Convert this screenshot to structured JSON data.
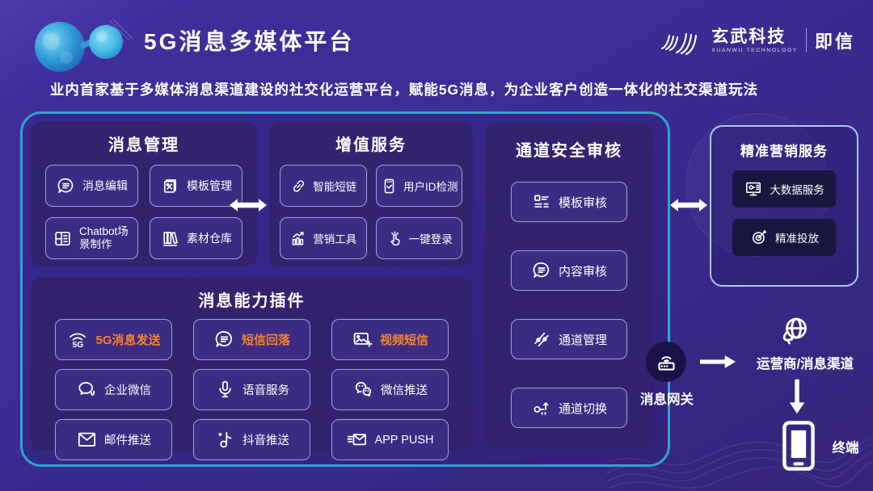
{
  "header": {
    "title": "5G消息多媒体平台",
    "subtitle": "业内首家基于多媒体消息渠道建设的社交化运营平台，赋能5G消息，为企业客户创造一体化的社交渠道玩法",
    "brand": {
      "company": "玄武科技",
      "company_en": "XUANWU TECHNOLOGY",
      "product": "即信"
    }
  },
  "sections": {
    "message_management": {
      "title": "消息管理",
      "items": [
        {
          "label": "消息编辑",
          "icon": "message-edit-icon"
        },
        {
          "label": "模板管理",
          "icon": "template-manage-icon"
        },
        {
          "label": "Chatbot场景制作",
          "icon": "chatbot-scene-icon"
        },
        {
          "label": "素材仓库",
          "icon": "material-warehouse-icon"
        }
      ]
    },
    "value_added_services": {
      "title": "增值服务",
      "items": [
        {
          "label": "智能短链",
          "icon": "smart-shortlink-icon"
        },
        {
          "label": "用户ID检测",
          "icon": "user-id-check-icon"
        },
        {
          "label": "营销工具",
          "icon": "marketing-tools-icon"
        },
        {
          "label": "一键登录",
          "icon": "one-tap-login-icon"
        }
      ]
    },
    "message_plugins": {
      "title": "消息能力插件",
      "items": [
        {
          "label": "5G消息发送",
          "icon": "5g-send-icon",
          "highlight": true
        },
        {
          "label": "短信回落",
          "icon": "sms-fallback-icon",
          "highlight": true
        },
        {
          "label": "视频短信",
          "icon": "video-sms-icon",
          "highlight": true
        },
        {
          "label": "企业微信",
          "icon": "wecom-icon",
          "highlight": false
        },
        {
          "label": "语音服务",
          "icon": "voice-service-icon",
          "highlight": false
        },
        {
          "label": "微信推送",
          "icon": "wechat-push-icon",
          "highlight": false
        },
        {
          "label": "邮件推送",
          "icon": "mail-push-icon",
          "highlight": false
        },
        {
          "label": "抖音推送",
          "icon": "douyin-push-icon",
          "highlight": false
        },
        {
          "label": "APP PUSH",
          "icon": "app-push-icon",
          "highlight": false
        }
      ]
    },
    "channel_security_audit": {
      "title": "通道安全审核",
      "items": [
        {
          "label": "模板审核",
          "icon": "template-audit-icon"
        },
        {
          "label": "内容审核",
          "icon": "content-audit-icon"
        },
        {
          "label": "通道管理",
          "icon": "channel-manage-icon"
        },
        {
          "label": "通道切换",
          "icon": "channel-switch-icon"
        }
      ]
    },
    "precision_marketing": {
      "title": "精准营销服务",
      "items": [
        {
          "label": "大数据服务",
          "icon": "big-data-icon"
        },
        {
          "label": "精准投放",
          "icon": "precision-delivery-icon"
        }
      ]
    }
  },
  "flow": {
    "gateway": "消息网关",
    "carrier": "运营商/消息渠道",
    "terminal": "终端"
  },
  "colors": {
    "background": "#3B2B92",
    "panel": "#33236F",
    "chip_border": "#93A6DC",
    "container_border": "#2FA3CF",
    "highlight_orange": "#F5832D",
    "dark_chip": "#17163E"
  }
}
